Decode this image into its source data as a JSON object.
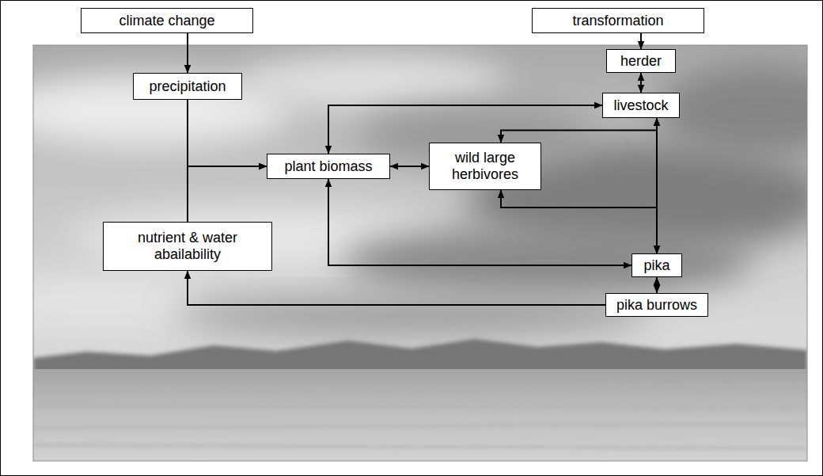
{
  "diagram": {
    "nodes": [
      {
        "text": [
          "climate change"
        ]
      },
      {
        "text": [
          "transformation"
        ]
      },
      {
        "text": [
          "herder"
        ]
      },
      {
        "text": [
          "precipitation"
        ]
      },
      {
        "text": [
          "livestock"
        ]
      },
      {
        "text": [
          "plant biomass"
        ]
      },
      {
        "text": [
          "wild large herbivores"
        ]
      },
      {
        "text": [
          "nutrient & water abailability"
        ]
      },
      {
        "text": [
          "pika"
        ]
      },
      {
        "text": [
          "pika burrows"
        ]
      }
    ],
    "edges": [
      {
        "from": 0,
        "to": 3,
        "arrow": "to"
      },
      {
        "from": 1,
        "to": 2,
        "arrow": "to"
      },
      {
        "from": 2,
        "to": 4,
        "arrow": "both"
      },
      {
        "from": 3,
        "to": 5,
        "arrow": "to"
      },
      {
        "from": 7,
        "to": 5,
        "arrow": "to"
      },
      {
        "from": 5,
        "to": 4,
        "arrow": "both"
      },
      {
        "from": 5,
        "to": 6,
        "arrow": "both"
      },
      {
        "from": 4,
        "to": 6,
        "arrow": "both"
      },
      {
        "from": 6,
        "to": 8,
        "arrow": "both"
      },
      {
        "from": 4,
        "to": 8,
        "arrow": "both"
      },
      {
        "from": 5,
        "to": 8,
        "arrow": "both"
      },
      {
        "from": 8,
        "to": 9,
        "arrow": "both"
      },
      {
        "from": 9,
        "to": 7,
        "arrow": "to"
      }
    ]
  }
}
